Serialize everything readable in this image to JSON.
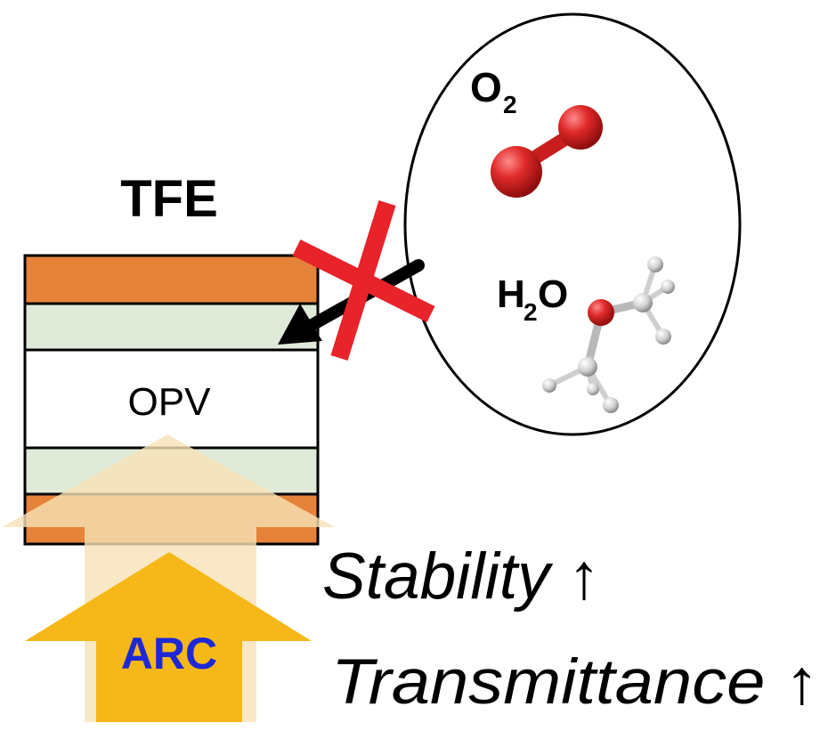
{
  "labels": {
    "tfe": "TFE",
    "opv": "OPV",
    "o2_main": "O",
    "o2_sub": "2",
    "h2o_h": "H",
    "h2o_sub": "2",
    "h2o_o": "O",
    "arc": "ARC",
    "stability": "Stability ↑",
    "transmittance": "Transmittance ↑"
  },
  "colors": {
    "tfe_layer": "#e6823a",
    "interlayer": "#e0ead8",
    "opv_layer": "#ffffff",
    "block_cross": "#e8232a",
    "light_arrow": "#f7e2b8",
    "arc_arrow": "#f6b818",
    "arc_text": "#1f28d6",
    "oxygen_atom": "#e02a2a",
    "hydrogen_atom": "#e6e6e6"
  },
  "icons": [
    "layer-stack",
    "ingress-arrow",
    "block-cross-icon",
    "oxygen-molecule-icon",
    "water-molecule-icon",
    "light-arrow",
    "arc-arrow"
  ]
}
